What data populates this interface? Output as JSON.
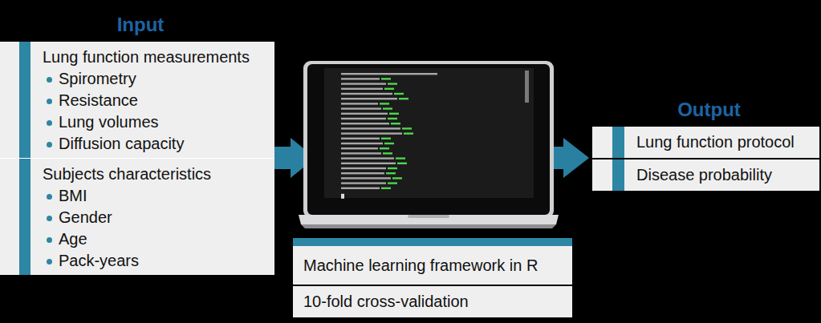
{
  "diagram": {
    "nodes": [
      {
        "text": [
          "Input"
        ]
      },
      {
        "text": [
          "Lung function measurements",
          "Spirometry",
          "Resistance",
          "Lung volumes",
          "Diffusion capacity"
        ],
        "in": 0
      },
      {
        "text": [
          "Subjects characteristics",
          "BMI",
          "Gender",
          "Age",
          "Pack-years"
        ],
        "in": 0
      },
      {
        "text": [
          "Machine learning framework in R"
        ]
      },
      {
        "text": [
          "10-fold cross-validation"
        ]
      },
      {
        "text": [
          "Output"
        ]
      },
      {
        "text": [
          "Lung function protocol"
        ],
        "in": 5
      },
      {
        "text": [
          "Disease probability"
        ],
        "in": 5
      }
    ]
  }
}
